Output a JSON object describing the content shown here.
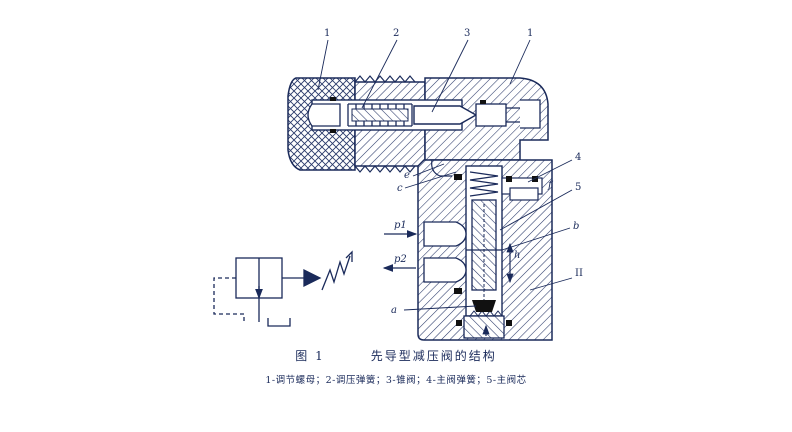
{
  "callouts": [
    "1",
    "2",
    "3",
    "1",
    "4",
    "5",
    "b",
    "II",
    "a",
    "c",
    "e",
    "f",
    "p1",
    "p2",
    "h"
  ],
  "caption": {
    "figure_number": "图 1",
    "title": "先导型减压阀的结构",
    "legend": "1-调节螺母；2-调压弹簧；3-锥阀；4-主阀弹簧；5-主阀芯"
  },
  "colors": {
    "line": "#1a2a5a",
    "hatch": "#2a3a6a",
    "seal": "#111111",
    "background": "#ffffff"
  }
}
